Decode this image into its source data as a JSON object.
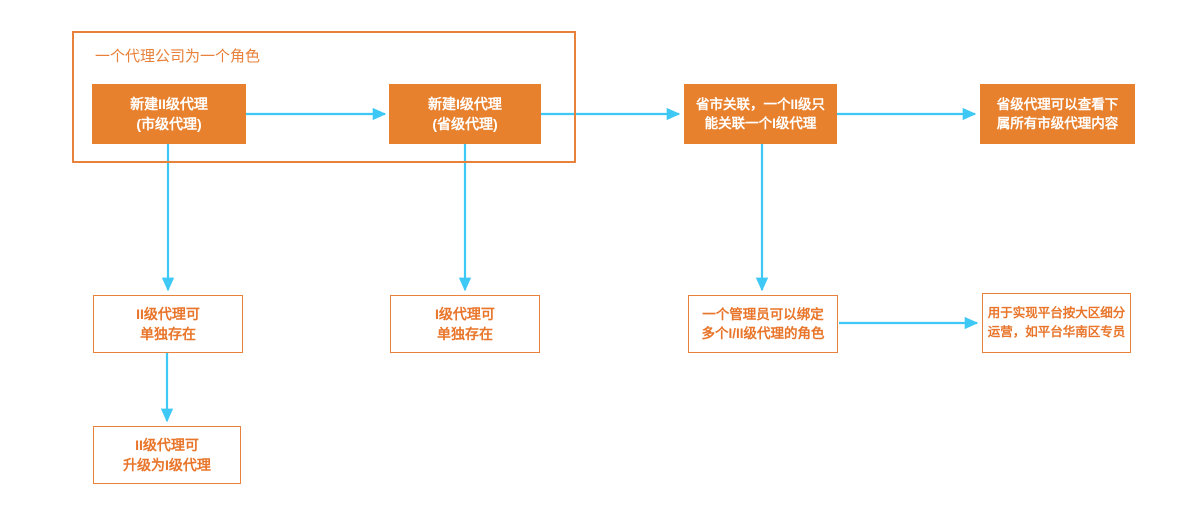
{
  "diagram": {
    "title_label": "一个代理公司为一个角色",
    "colors": {
      "node_fill": "#E8812E",
      "node_border": "#E8813A",
      "node_text_on_fill": "#FFFFFF",
      "node_text_outlined": "#E8752A",
      "edge": "#3DC8F5",
      "group_border": "#E8813A",
      "background": "#FFFFFF"
    },
    "group": {
      "name": "agent-company-role-group",
      "label": "一个代理公司为一个角色"
    },
    "nodes": [
      {
        "id": "new-level-2-agent",
        "label": "新建II级代理\n(市级代理)",
        "style": "filled"
      },
      {
        "id": "new-level-1-agent",
        "label": "新建I级代理\n(省级代理)",
        "style": "filled"
      },
      {
        "id": "province-city-relation",
        "label": "省市关联，一个II级只\n能关联一个I级代理",
        "style": "filled"
      },
      {
        "id": "province-agent-view",
        "label": "省级代理可以查看下\n属所有市级代理内容",
        "style": "filled"
      },
      {
        "id": "level-2-standalone",
        "label": "II级代理可\n单独存在",
        "style": "outlined"
      },
      {
        "id": "level-1-standalone",
        "label": "I级代理可\n单独存在",
        "style": "outlined"
      },
      {
        "id": "admin-bind-roles",
        "label": "一个管理员可以绑定\n多个I/II级代理的角色",
        "style": "outlined"
      },
      {
        "id": "region-operation",
        "label": "用于实现平台按大区细分\n运营，如平台华南区专员",
        "style": "outlined"
      },
      {
        "id": "level-2-upgrade",
        "label": "II级代理可\n升级为I级代理",
        "style": "outlined"
      }
    ],
    "edges": [
      {
        "from": "new-level-2-agent",
        "to": "new-level-1-agent"
      },
      {
        "from": "new-level-1-agent",
        "to": "province-city-relation"
      },
      {
        "from": "province-city-relation",
        "to": "province-agent-view"
      },
      {
        "from": "new-level-2-agent",
        "to": "level-2-standalone"
      },
      {
        "from": "new-level-1-agent",
        "to": "level-1-standalone"
      },
      {
        "from": "province-city-relation",
        "to": "admin-bind-roles"
      },
      {
        "from": "admin-bind-roles",
        "to": "region-operation"
      },
      {
        "from": "level-2-standalone",
        "to": "level-2-upgrade"
      }
    ]
  }
}
